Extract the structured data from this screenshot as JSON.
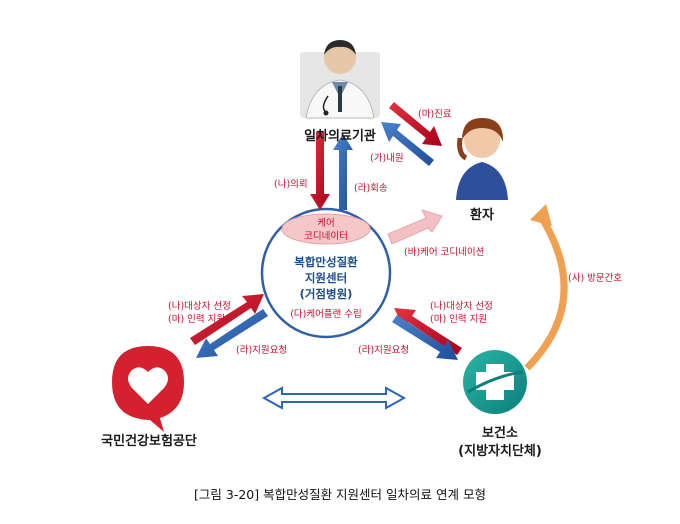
{
  "nodes": {
    "clinic": "일차의료기관",
    "patient": "환자",
    "nhis": "국민건강보험공단",
    "health_center": "보건소",
    "health_center_sub": "(지방자치단체)"
  },
  "center": {
    "coordinator_line1": "케어",
    "coordinator_line2": "코디네이터",
    "name_line1": "복합만성질환",
    "name_line2": "지원센터",
    "name_line3": "(거점병원)",
    "care_plan": "(다)케어플랜 수립"
  },
  "labels": {
    "treatment": "(마)진료",
    "visit": "(가)내원",
    "referral": "(나)의뢰",
    "return_referral": "(라)회송",
    "care_coordination": "(바)케어 코디네이션",
    "home_visit": "(사) 방문간호",
    "left_select": "(나)대상자 선정",
    "left_staff": "(마) 인력 지원",
    "left_request": "(라)지원요청",
    "right_select": "(나)대상자 선정",
    "right_staff": "(마) 인력 지원",
    "right_request": "(라)지원요청"
  },
  "caption": "[그림 3-20] 복합만성질환 지원센터 일차의료 연계 모형",
  "colors": {
    "red_arrow": "#c8102e",
    "blue_arrow": "#2f66b3",
    "pink_arrow": "#f3c1c4",
    "orange_arrow": "#f0a050",
    "center_blue": "#2f5fa6"
  }
}
